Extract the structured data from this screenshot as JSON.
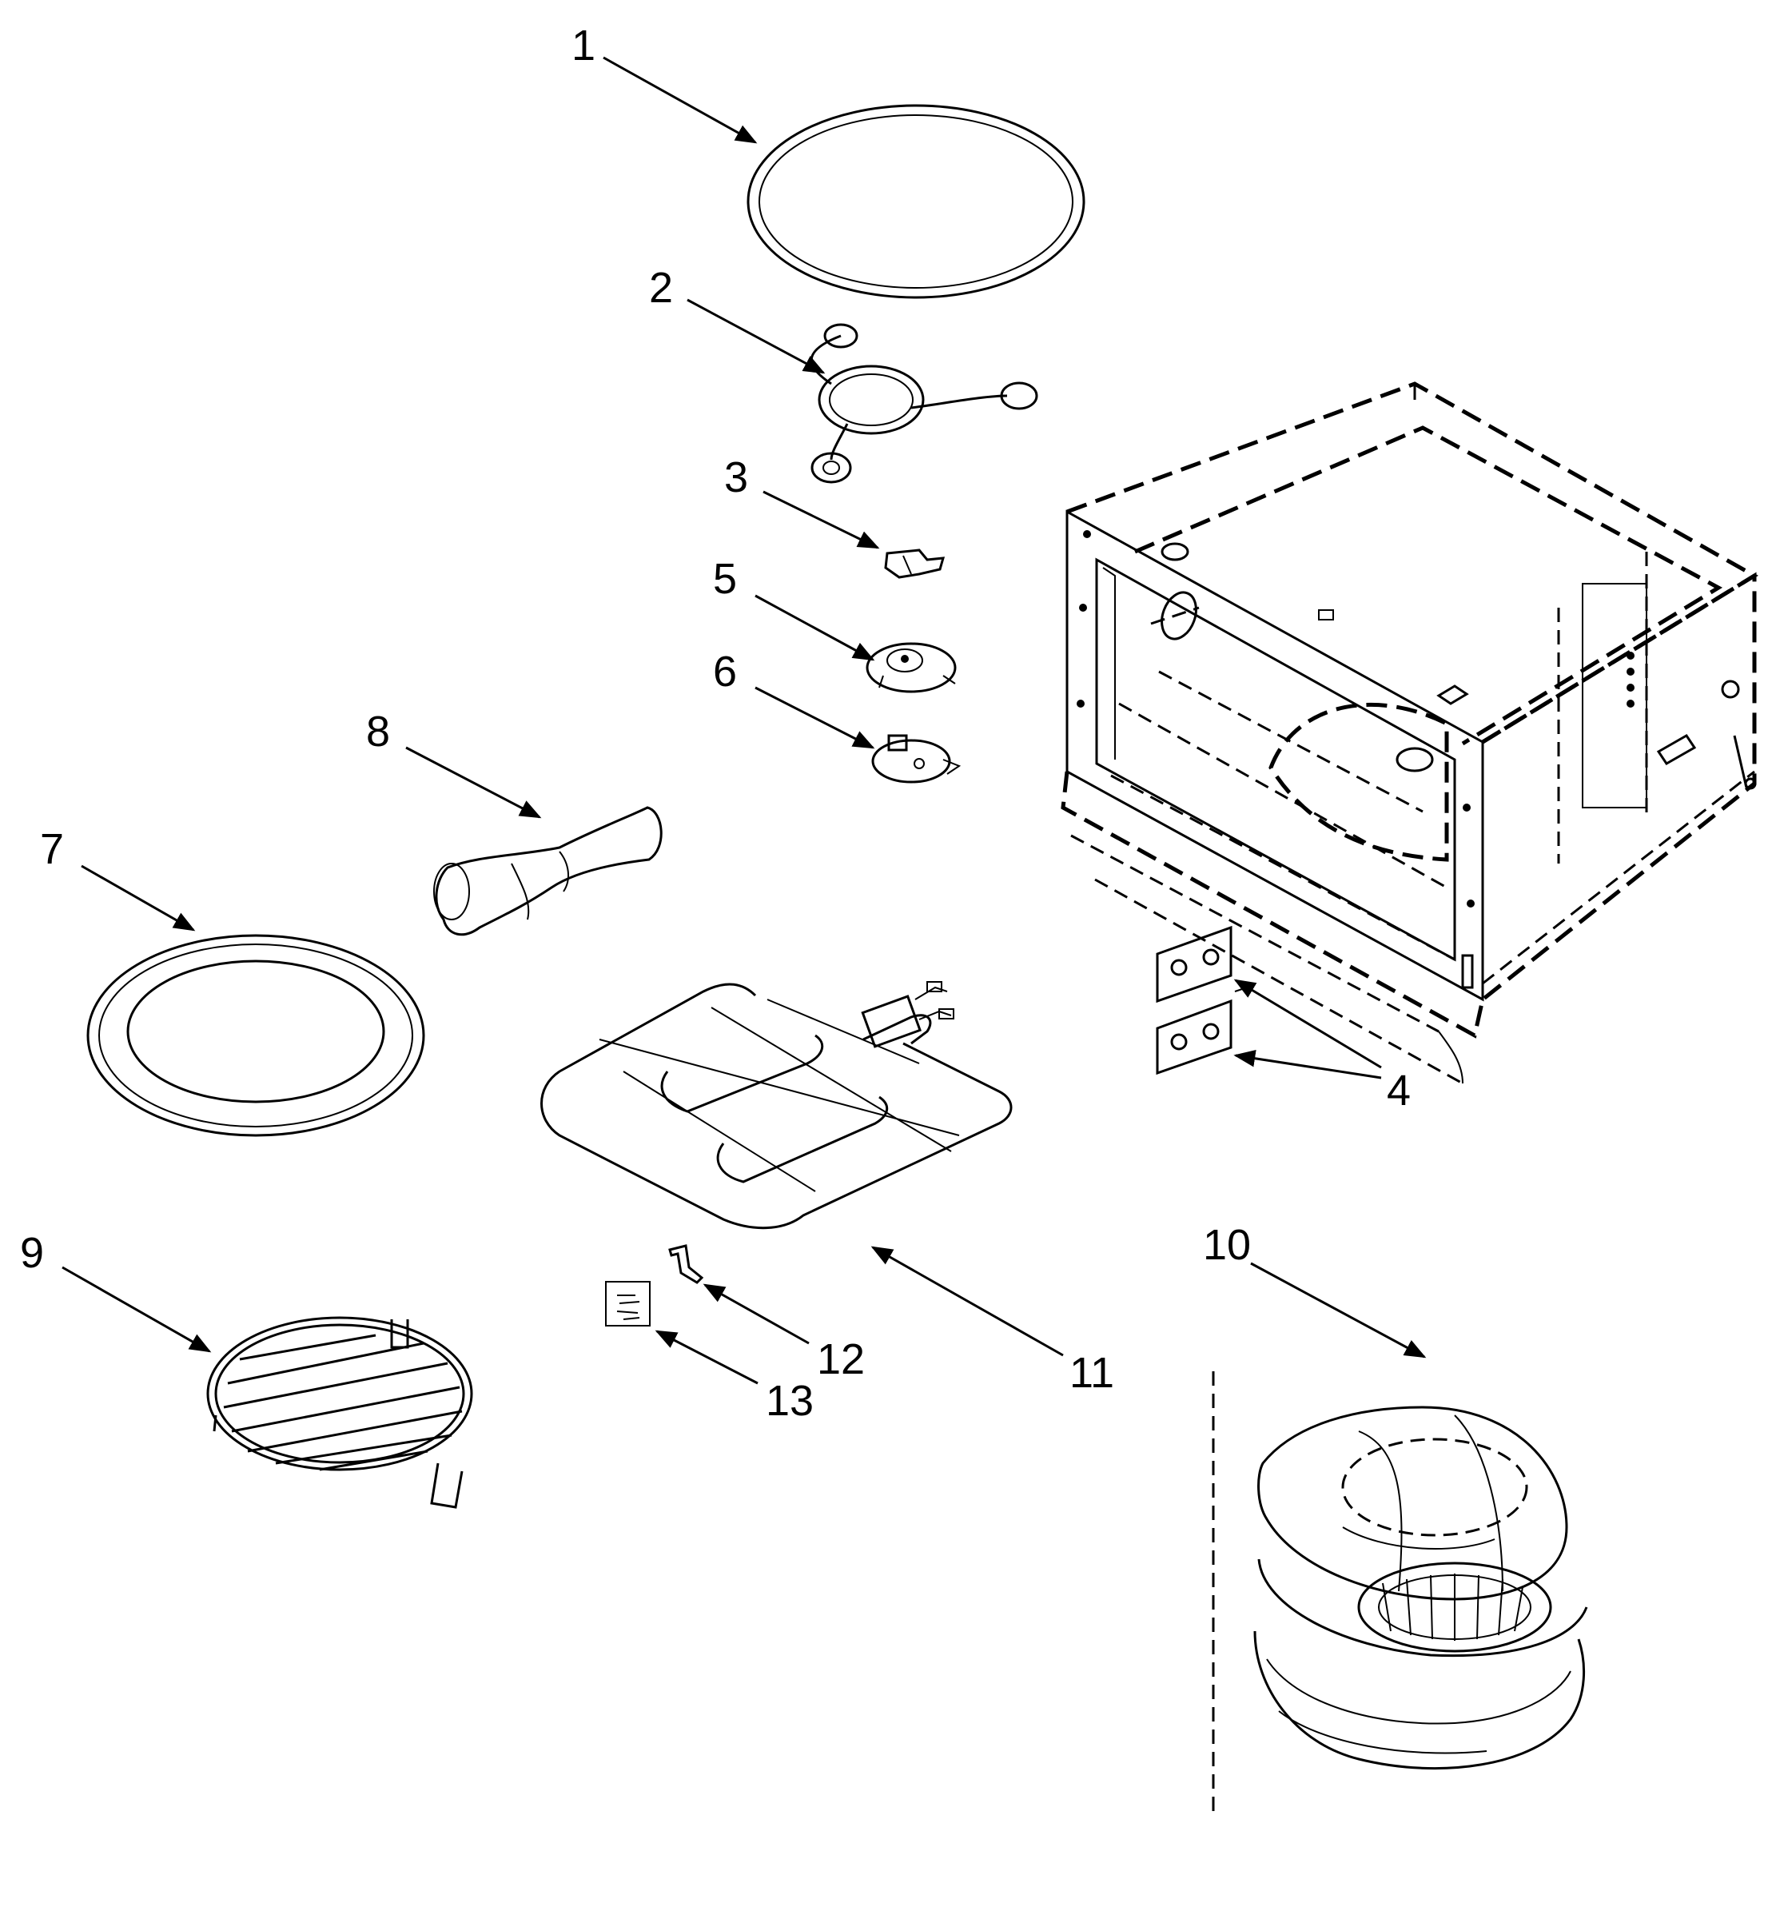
{
  "callouts": {
    "c1": "1",
    "c2": "2",
    "c3": "3",
    "c4": "4",
    "c5": "5",
    "c6": "6",
    "c7": "7",
    "c8": "8",
    "c9": "9",
    "c10": "10",
    "c11": "11",
    "c12": "12",
    "c13": "13"
  },
  "parts": [
    {
      "ref": "1",
      "icon": "turntable-glass-tray-icon"
    },
    {
      "ref": "2",
      "icon": "roller-support-icon"
    },
    {
      "ref": "3",
      "icon": "coupler-icon"
    },
    {
      "ref": "4",
      "icon": "mica-cover-plates-icon"
    },
    {
      "ref": "5",
      "icon": "motor-icon"
    },
    {
      "ref": "6",
      "icon": "motor-icon"
    },
    {
      "ref": "7",
      "icon": "crisper-pan-icon"
    },
    {
      "ref": "8",
      "icon": "crisper-handle-icon"
    },
    {
      "ref": "9",
      "icon": "grill-rack-icon"
    },
    {
      "ref": "10",
      "icon": "steamer-set-icon"
    },
    {
      "ref": "11",
      "icon": "heating-element-icon"
    },
    {
      "ref": "12",
      "icon": "bracket-icon"
    },
    {
      "ref": "13",
      "icon": "label-icon"
    }
  ],
  "colors": {
    "line": "#000000",
    "background": "#ffffff"
  }
}
